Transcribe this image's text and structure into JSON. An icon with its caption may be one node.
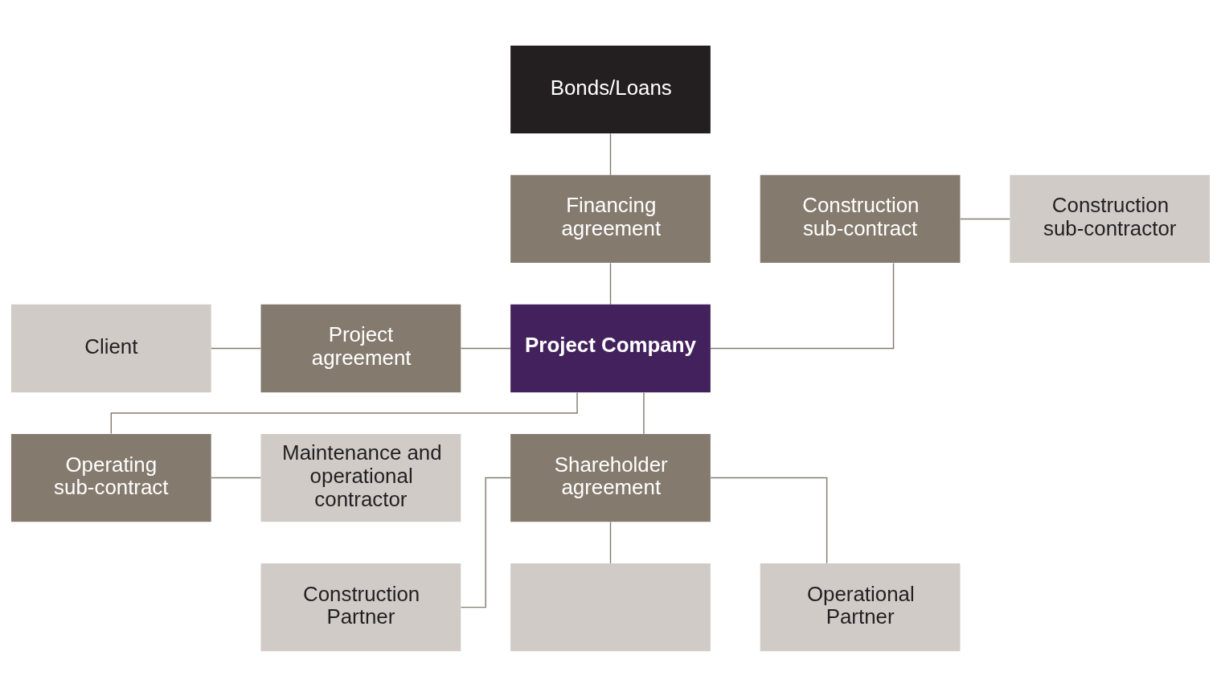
{
  "diagram": {
    "nodes": [
      {
        "text": [
          "Bonds/Loans"
        ]
      },
      {
        "text": [
          "Financing agreement"
        ]
      },
      {
        "text": [
          "Client"
        ]
      },
      {
        "text": [
          "Project agreement"
        ]
      },
      {
        "text": [
          "Project Company"
        ]
      },
      {
        "text": [
          "Construction sub-contract"
        ]
      },
      {
        "text": [
          "Construction sub-contractor"
        ]
      },
      {
        "text": [
          "Operating sub-contract"
        ]
      },
      {
        "text": [
          "Maintenance and operational contractor"
        ]
      },
      {
        "text": [
          "Shareholder agreement"
        ]
      },
      {
        "text": [
          "Construction Partner"
        ]
      },
      {
        "text": [],
        "shape": "box"
      },
      {
        "text": [
          "Operational Partner"
        ]
      }
    ],
    "edges": [
      {
        "from": 0,
        "to": 1,
        "arrow": "none"
      },
      {
        "from": 1,
        "to": 4,
        "arrow": "none"
      },
      {
        "from": 2,
        "to": 3,
        "arrow": "none"
      },
      {
        "from": 3,
        "to": 4,
        "arrow": "none"
      },
      {
        "from": 4,
        "to": 5,
        "arrow": "none"
      },
      {
        "from": 4,
        "to": 7,
        "arrow": "none"
      },
      {
        "from": 5,
        "to": 6,
        "arrow": "none"
      },
      {
        "from": 7,
        "to": 8,
        "arrow": "none"
      },
      {
        "from": 4,
        "to": 9,
        "arrow": "none"
      },
      {
        "from": 9,
        "to": 10,
        "arrow": "none"
      },
      {
        "from": 9,
        "to": 11,
        "arrow": "none"
      },
      {
        "from": 9,
        "to": 12,
        "arrow": "none"
      }
    ]
  }
}
